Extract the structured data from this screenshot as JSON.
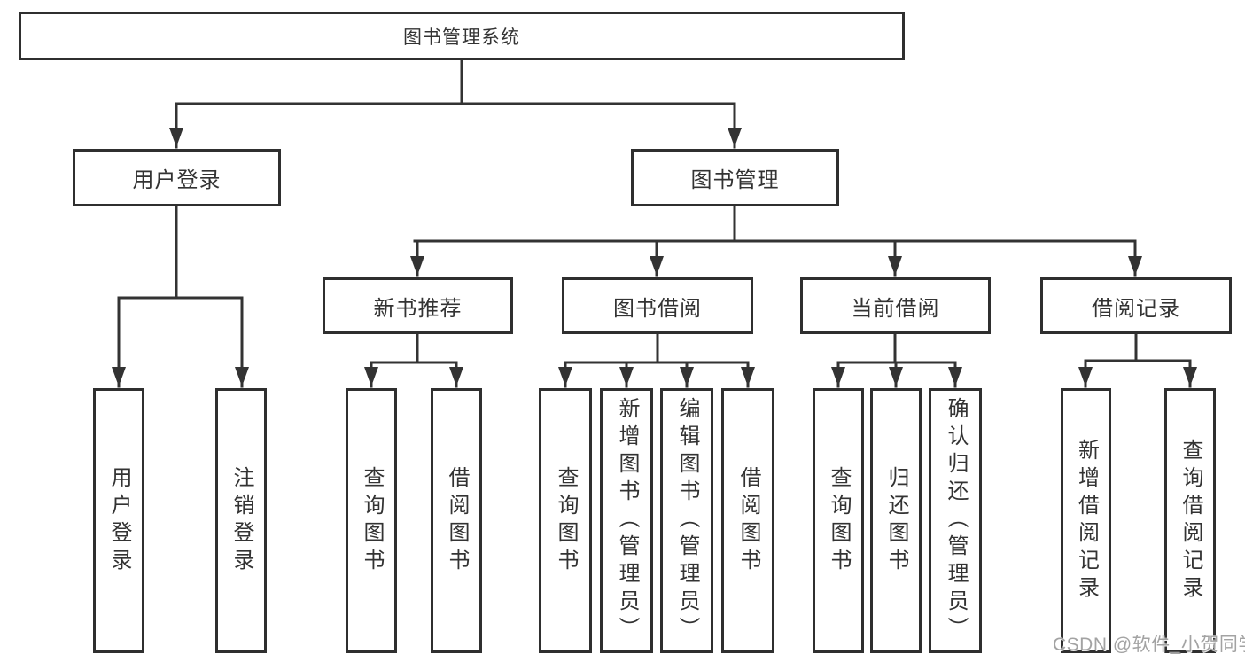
{
  "tree": {
    "root": {
      "label": "图书管理系统",
      "children": [
        {
          "label": "用户登录",
          "children": [
            {
              "label": "用户登录"
            },
            {
              "label": "注销登录"
            }
          ]
        },
        {
          "label": "图书管理",
          "children": [
            {
              "label": "新书推荐",
              "children": [
                {
                  "label": "查询图书"
                },
                {
                  "label": "借阅图书"
                }
              ]
            },
            {
              "label": "图书借阅",
              "children": [
                {
                  "label": "查询图书"
                },
                {
                  "label": "新增图书（管理员）"
                },
                {
                  "label": "编辑图书（管理员）"
                },
                {
                  "label": "借阅图书"
                }
              ]
            },
            {
              "label": "当前借阅",
              "children": [
                {
                  "label": "查询图书"
                },
                {
                  "label": "归还图书"
                },
                {
                  "label": "确认归还（管理员）"
                }
              ]
            },
            {
              "label": "借阅记录",
              "children": [
                {
                  "label": "新增借阅记录"
                },
                {
                  "label": "查询借阅记录"
                }
              ]
            }
          ]
        }
      ]
    }
  },
  "watermark": "CSDN @软件_小贺同学",
  "colors": {
    "line": "#333333",
    "box_border": "#2f2f2f",
    "box_fill": "#ffffff",
    "text": "#333333",
    "watermark": "#a3a3a3"
  }
}
